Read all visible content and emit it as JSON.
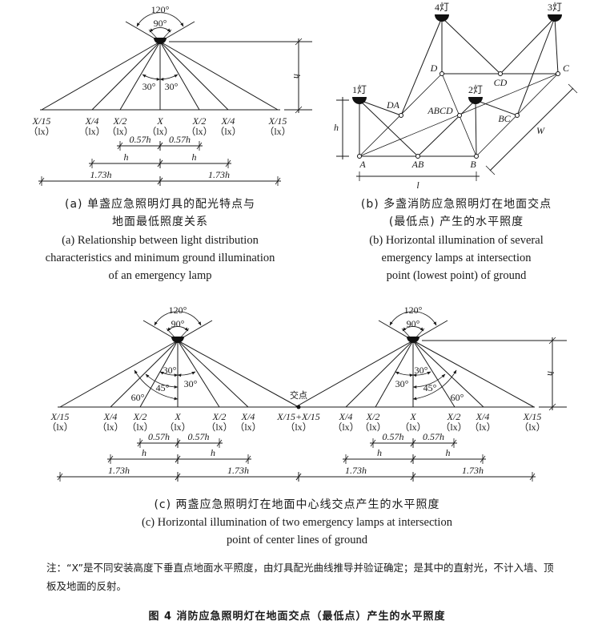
{
  "panel_a": {
    "angle_outer": "120°",
    "angle_inner": "90°",
    "angle_left": "30°",
    "angle_right": "30°",
    "height_label": "h",
    "ground_labels": [
      "X/15",
      "X/4",
      "X/2",
      "X",
      "X/2",
      "X/4",
      "X/15"
    ],
    "unit": "（lx）",
    "dim_057": "0.57h",
    "dim_h": "h",
    "dim_173": "1.73h",
    "caption_cn": [
      "(a)  单盏应急照明灯具的配光特点与",
      "地面最低照度关系"
    ],
    "caption_en": [
      "(a) Relationship between light distribution",
      "characteristics and minimum ground illumination",
      "of an emergency lamp"
    ]
  },
  "panel_b": {
    "lamps": [
      "1灯",
      "2灯",
      "3灯",
      "4灯"
    ],
    "points": [
      "A",
      "AB",
      "B",
      "BC",
      "C",
      "CD",
      "D",
      "DA",
      "ABCD"
    ],
    "height_label": "h",
    "length_label": "l",
    "width_label": "W",
    "caption_cn": [
      "(b)  多盏消防应急照明灯在地面交点",
      "(最低点) 产生的水平照度"
    ],
    "caption_en": [
      "(b) Horizontal illumination of several",
      "emergency lamps at intersection",
      "point (lowest point) of ground"
    ]
  },
  "panel_c": {
    "angle_outer": "120°",
    "angle_inner": "90°",
    "angle_30": "30°",
    "angle_45": "45°",
    "angle_60": "60°",
    "intersection_label": "交点",
    "height_label": "h",
    "ground_labels": [
      "X/15",
      "X/4",
      "X/2",
      "X",
      "X/2",
      "X/4",
      "X/15+X/15",
      "X/4",
      "X/2",
      "X",
      "X/2",
      "X/4",
      "X/15"
    ],
    "unit": "（lx）",
    "dim_057": "0.57h",
    "dim_h": "h",
    "dim_173": "1.73h",
    "caption_cn": "(c)  两盏应急照明灯在地面中心线交点产生的水平照度",
    "caption_en": [
      "(c) Horizontal illumination of two emergency lamps at intersection",
      "point of center lines of ground"
    ]
  },
  "note": "注：“X”是不同安装高度下垂直点地面水平照度，由灯具配光曲线推导并验证确定；是其中的直射光，不计入墙、顶板及地面的反射。",
  "figure_caption": "图 4   消防应急照明灯在地面交点（最低点）产生的水平照度"
}
